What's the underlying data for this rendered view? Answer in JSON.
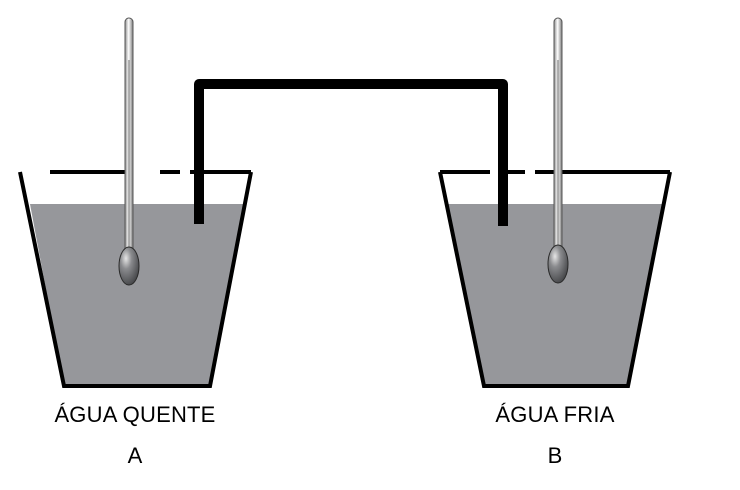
{
  "beakers": [
    {
      "id": "A",
      "title": "ÁGUA QUENTE",
      "letter": "A"
    },
    {
      "id": "B",
      "title": "ÁGUA FRIA",
      "letter": "B"
    }
  ],
  "colors": {
    "water": "#96979b",
    "outline": "#000000",
    "background": "#ffffff",
    "thermometer_bulb": "#55565a"
  }
}
